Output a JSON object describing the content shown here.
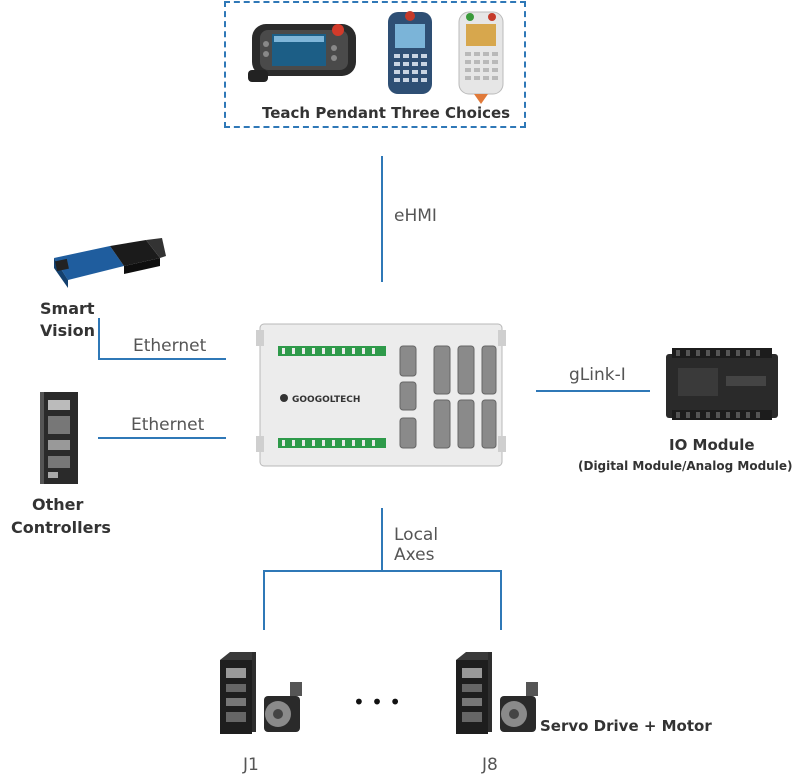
{
  "teach_pendant": {
    "caption": "Teach Pendant Three Choices"
  },
  "connections": {
    "ehmi": "eHMI",
    "ethernet_vision": "Ethernet",
    "ethernet_controllers": "Ethernet",
    "glink": "gLink-I",
    "local_axes_line1": "Local",
    "local_axes_line2": "Axes"
  },
  "devices": {
    "smart_vision_line1": "Smart",
    "smart_vision_line2": "Vision",
    "other_controllers_line1": "Other",
    "other_controllers_line2": "Controllers",
    "io_module_title": "IO Module",
    "io_module_subtitle": "(Digital Module/Analog Module)",
    "controller_brand": "GOOGOLTECH",
    "servo_label": "Servo Drive + Motor",
    "ellipsis": "• • •",
    "joint_first": "J1",
    "joint_last": "J8"
  },
  "colors": {
    "line": "#2f78b7",
    "dashed_border": "#2f78b7",
    "text": "#555555",
    "bold_text": "#333333"
  }
}
